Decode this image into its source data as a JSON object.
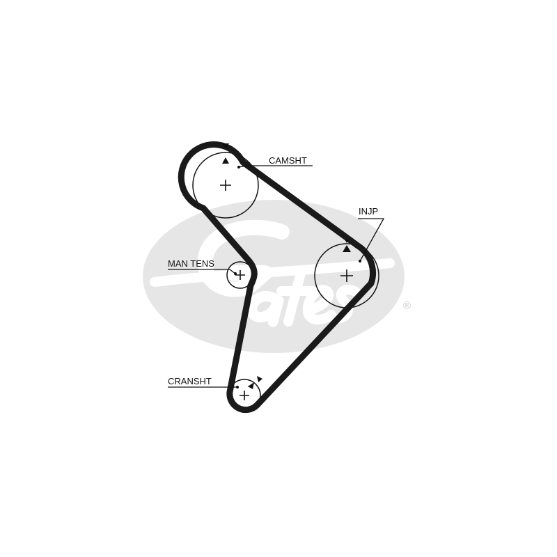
{
  "brand": {
    "logo_text": "Gates",
    "registered_mark": "®",
    "watermark_color": "#e6e6e6"
  },
  "colors": {
    "belt": "#1a1a1a",
    "lines": "#111111",
    "background": "#ffffff"
  },
  "labels": {
    "camshaft": "CAMSHT",
    "injection_pump": "INJP",
    "manual_tensioner": "MAN TENS",
    "crankshaft": "CRANSHT"
  }
}
